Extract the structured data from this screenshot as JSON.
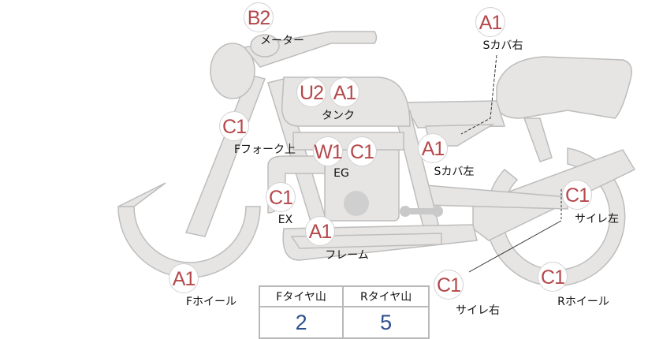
{
  "colors": {
    "code": "#b5484b",
    "tread_value": "#2b4f8e",
    "body_fill": "#e6e5e3",
    "body_stroke": "#bdbdbd"
  },
  "parts": [
    {
      "id": "meter",
      "codes": [
        "B2"
      ],
      "label": "メーター"
    },
    {
      "id": "s-cover-right",
      "codes": [
        "A1"
      ],
      "label": "Sカバ右"
    },
    {
      "id": "tank",
      "codes": [
        "U2",
        "A1"
      ],
      "label": "タンク"
    },
    {
      "id": "f-fork-upper",
      "codes": [
        "C1"
      ],
      "label": "Fフォーク上"
    },
    {
      "id": "engine",
      "codes": [
        "W1",
        "C1"
      ],
      "label": "EG"
    },
    {
      "id": "s-cover-left",
      "codes": [
        "A1"
      ],
      "label": "Sカバ左"
    },
    {
      "id": "exhaust",
      "codes": [
        "C1"
      ],
      "label": "EX"
    },
    {
      "id": "frame",
      "codes": [
        "A1"
      ],
      "label": "フレーム"
    },
    {
      "id": "silencer-left",
      "codes": [
        "C1"
      ],
      "label": "サイレ左"
    },
    {
      "id": "silencer-right",
      "codes": [
        "C1"
      ],
      "label": "サイレ右"
    },
    {
      "id": "r-wheel",
      "codes": [
        "C1"
      ],
      "label": "Rホイール"
    },
    {
      "id": "f-wheel",
      "codes": [
        "A1"
      ],
      "label": "Fホイール"
    }
  ],
  "tread": {
    "headers": [
      "Fタイヤ山",
      "Rタイヤ山"
    ],
    "values": [
      "2",
      "5"
    ]
  }
}
